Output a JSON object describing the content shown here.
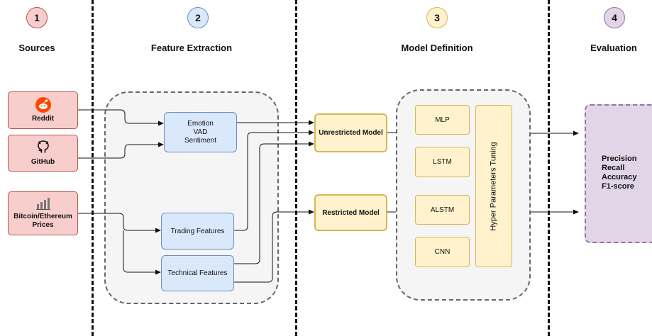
{
  "steps": [
    {
      "number": "1",
      "title": "Sources"
    },
    {
      "number": "2",
      "title": "Feature Extraction"
    },
    {
      "number": "3",
      "title": "Model Definition"
    },
    {
      "number": "4",
      "title": "Evaluation"
    }
  ],
  "sources": {
    "reddit": {
      "label": "Reddit",
      "icon": "reddit-icon"
    },
    "github": {
      "label": "GitHub",
      "icon": "github-icon"
    },
    "prices": {
      "label_line1": "Bitcoin/Ethereum",
      "label_line2": "Prices",
      "icon": "bar-chart-icon"
    }
  },
  "features": {
    "text": [
      "Emotion",
      "VAD",
      "Sentiment"
    ],
    "trading": "Trading Features",
    "technical": "Technical Features"
  },
  "models": {
    "unrestricted": "Unrestricted Model",
    "restricted": "Restricted Model",
    "networks": [
      "MLP",
      "LSTM",
      "ALSTM",
      "CNN"
    ],
    "tuning": "Hyper Parameters Tuning"
  },
  "evaluation": {
    "metrics": [
      "Precision",
      "Recall",
      "Accuracy",
      "F1-score"
    ]
  },
  "colors": {
    "red_fill": "#f8cecc",
    "red_border": "#b85450",
    "blue_fill": "#dae8fc",
    "blue_border": "#6c8ebf",
    "yellow_fill": "#fff2cc",
    "yellow_border": "#d6b656",
    "purple_fill": "#e1d5e7",
    "purple_border": "#9673a6",
    "reddit_orange": "#ff4500"
  }
}
